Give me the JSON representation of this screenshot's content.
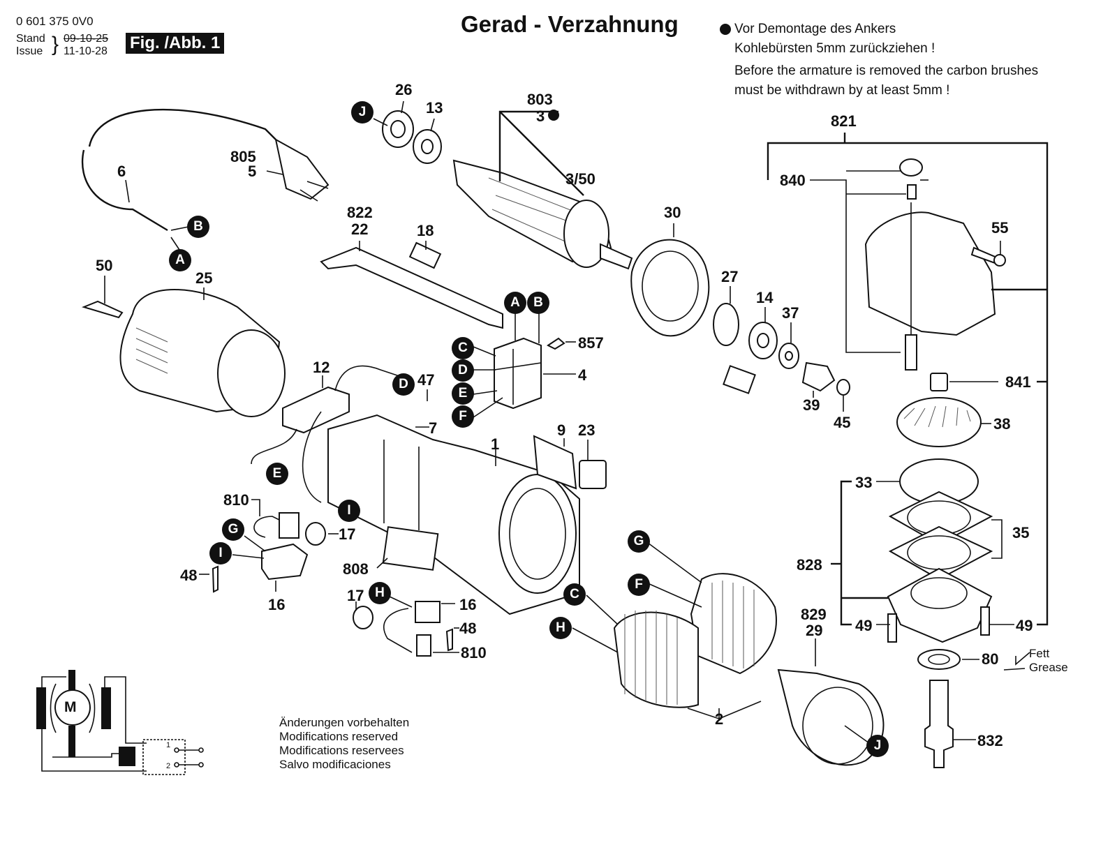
{
  "header": {
    "part_number": "0 601 375 0V0",
    "stand_label": "Stand",
    "issue_label": "Issue",
    "old_date": "09-10-25",
    "new_date": "11-10-28",
    "figure_label": "Fig. /Abb. 1",
    "title": "Gerad - Verzahnung"
  },
  "note": {
    "bullet_icon": "filled-circle",
    "de_line1": "Vor Demontage des Ankers",
    "de_line2": "Kohlebürsten 5mm zurückziehen !",
    "en_line1": "Before the armature is removed the carbon brushes",
    "en_line2": "must be withdrawn by at least 5mm !"
  },
  "footer": {
    "mods": [
      "Änderungen vorbehalten",
      "Modifications reserved",
      "Modifications reservees",
      "Salvo modificaciones"
    ]
  },
  "legend": {
    "fett": "Fett",
    "grease": "Grease"
  },
  "circuit": {
    "motor_label": "M",
    "switch_pos_1": "1",
    "switch_pos_2": "2"
  },
  "parts": [
    {
      "id": "p26",
      "label": "26"
    },
    {
      "id": "p13",
      "label": "13"
    },
    {
      "id": "p803",
      "label": "803"
    },
    {
      "id": "p3",
      "label": "3"
    },
    {
      "id": "p350",
      "label": "3/50"
    },
    {
      "id": "p805",
      "label": "805"
    },
    {
      "id": "p5",
      "label": "5"
    },
    {
      "id": "p6",
      "label": "6"
    },
    {
      "id": "p822",
      "label": "822"
    },
    {
      "id": "p22",
      "label": "22"
    },
    {
      "id": "p18",
      "label": "18"
    },
    {
      "id": "p30",
      "label": "30"
    },
    {
      "id": "p50",
      "label": "50"
    },
    {
      "id": "p25",
      "label": "25"
    },
    {
      "id": "p27",
      "label": "27"
    },
    {
      "id": "p14",
      "label": "14"
    },
    {
      "id": "p37",
      "label": "37"
    },
    {
      "id": "p857",
      "label": "857"
    },
    {
      "id": "p4",
      "label": "4"
    },
    {
      "id": "p12",
      "label": "12"
    },
    {
      "id": "p47",
      "label": "47"
    },
    {
      "id": "p7",
      "label": "7"
    },
    {
      "id": "p39",
      "label": "39"
    },
    {
      "id": "p45",
      "label": "45"
    },
    {
      "id": "p1",
      "label": "1"
    },
    {
      "id": "p9",
      "label": "9"
    },
    {
      "id": "p23",
      "label": "23"
    },
    {
      "id": "p810a",
      "label": "810"
    },
    {
      "id": "p17a",
      "label": "17"
    },
    {
      "id": "p48a",
      "label": "48"
    },
    {
      "id": "p16a",
      "label": "16"
    },
    {
      "id": "p808",
      "label": "808"
    },
    {
      "id": "p17b",
      "label": "17"
    },
    {
      "id": "p16b",
      "label": "16"
    },
    {
      "id": "p48b",
      "label": "48"
    },
    {
      "id": "p810b",
      "label": "810"
    },
    {
      "id": "p2",
      "label": "2"
    },
    {
      "id": "p829",
      "label": "829"
    },
    {
      "id": "p29",
      "label": "29"
    },
    {
      "id": "p821",
      "label": "821"
    },
    {
      "id": "p840",
      "label": "840"
    },
    {
      "id": "p55",
      "label": "55"
    },
    {
      "id": "p841",
      "label": "841"
    },
    {
      "id": "p38",
      "label": "38"
    },
    {
      "id": "p33",
      "label": "33"
    },
    {
      "id": "p35",
      "label": "35"
    },
    {
      "id": "p828",
      "label": "828"
    },
    {
      "id": "p49a",
      "label": "49"
    },
    {
      "id": "p49b",
      "label": "49"
    },
    {
      "id": "p80",
      "label": "80"
    },
    {
      "id": "p832",
      "label": "832"
    }
  ],
  "markers": [
    {
      "id": "mJ1",
      "label": "J"
    },
    {
      "id": "mB1",
      "label": "B"
    },
    {
      "id": "mA1",
      "label": "A"
    },
    {
      "id": "mA2",
      "label": "A"
    },
    {
      "id": "mB2",
      "label": "B"
    },
    {
      "id": "mC1",
      "label": "C"
    },
    {
      "id": "mD1",
      "label": "D"
    },
    {
      "id": "mE1",
      "label": "E"
    },
    {
      "id": "mF1",
      "label": "F"
    },
    {
      "id": "mD2",
      "label": "D"
    },
    {
      "id": "mE2",
      "label": "E"
    },
    {
      "id": "mI1",
      "label": "I"
    },
    {
      "id": "mG1",
      "label": "G"
    },
    {
      "id": "mI2",
      "label": "I"
    },
    {
      "id": "mH1",
      "label": "H"
    },
    {
      "id": "mG2",
      "label": "G"
    },
    {
      "id": "mF2",
      "label": "F"
    },
    {
      "id": "mC2",
      "label": "C"
    },
    {
      "id": "mH2",
      "label": "H"
    },
    {
      "id": "mJ2",
      "label": "J"
    }
  ]
}
